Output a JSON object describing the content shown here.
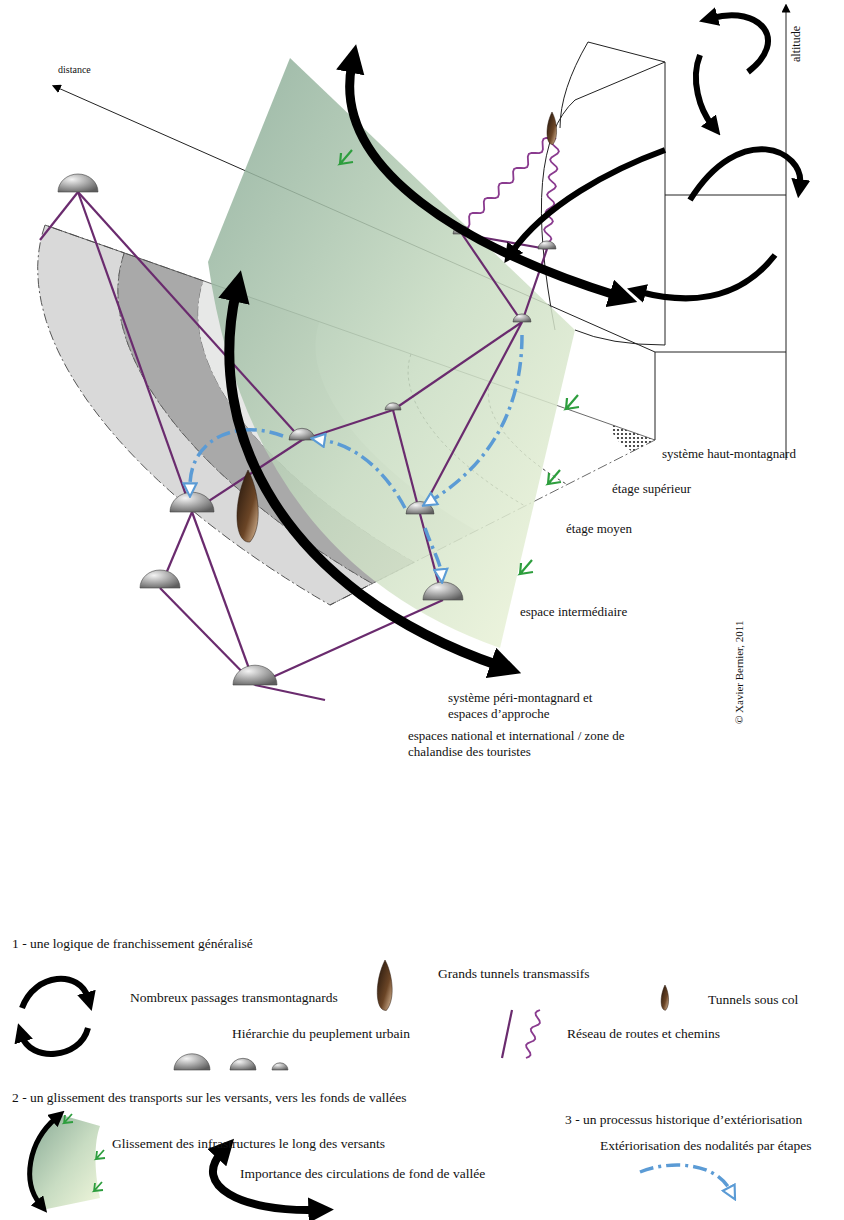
{
  "diagram": {
    "labels": [
      "altitude",
      "distance",
      "système haut-montagnard",
      "étage supérieur",
      "étage moyen",
      "espace intermédiaire",
      "système péri-montagnard et espaces d’approche",
      "espaces national et international / zone de chalandise des touristes",
      "© Xavier Bernier, 2011",
      "1 - une logique de franchissement généralisé",
      "2 - un glissement des transports sur les versants, vers les fonds de vallées",
      "3 - un processus historique d’extériorisation"
    ],
    "legend": [
      {
        "text": "Nombreux passages transmontagnards"
      },
      {
        "text": "Grands tunnels transmassifs"
      },
      {
        "text": "Tunnels sous col"
      },
      {
        "text": "Hiérarchie du peuplement urbain"
      },
      {
        "text": "Réseau de routes et chemins"
      },
      {
        "text": "Glissement des infrastructures le long des versants"
      },
      {
        "text": "Importance des circulations de fond de vallée"
      },
      {
        "text": "Extériorisation des nodalités par étapes"
      }
    ]
  }
}
